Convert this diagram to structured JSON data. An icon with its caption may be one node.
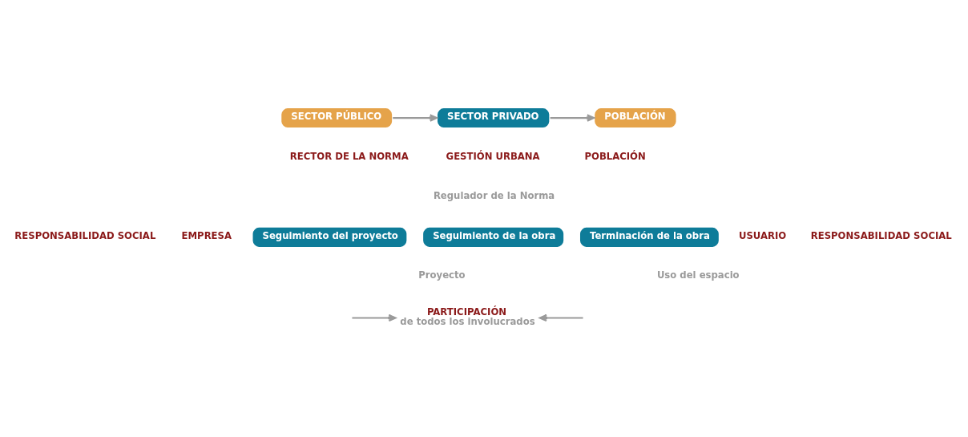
{
  "diagram": {
    "nodes": [
      {
        "text": [
          "SECTOR PÚBLICO"
        ]
      },
      {
        "text": [
          "SECTOR PRIVADO"
        ]
      },
      {
        "text": [
          "POBLACIÓN"
        ]
      },
      {
        "text": [
          "Seguimiento del proyecto"
        ]
      },
      {
        "text": [
          "Seguimiento de la obra"
        ]
      },
      {
        "text": [
          "Terminación de la obra"
        ]
      },
      {
        "text": [
          "PARTICIPACIÓN",
          "de todos los involucrados"
        ]
      }
    ],
    "edges": [
      {
        "from": 0,
        "to": 1,
        "arrow": "to"
      },
      {
        "from": 1,
        "to": 2,
        "arrow": "to"
      },
      {
        "from": null,
        "to": 6,
        "arrow": "to"
      },
      {
        "from": null,
        "to": 6,
        "arrow": "to"
      }
    ],
    "labels": [
      "RECTOR DE LA NORMA",
      "GESTIÓN URBANA",
      "Regulador de la Norma",
      "POBLACIÓN",
      "EMPRESA",
      "Proyecto",
      "USUARIO",
      "Uso del espacio",
      "RESPONSABILIDAD SOCIAL",
      "RESPONSABILIDAD SOCIAL"
    ]
  }
}
